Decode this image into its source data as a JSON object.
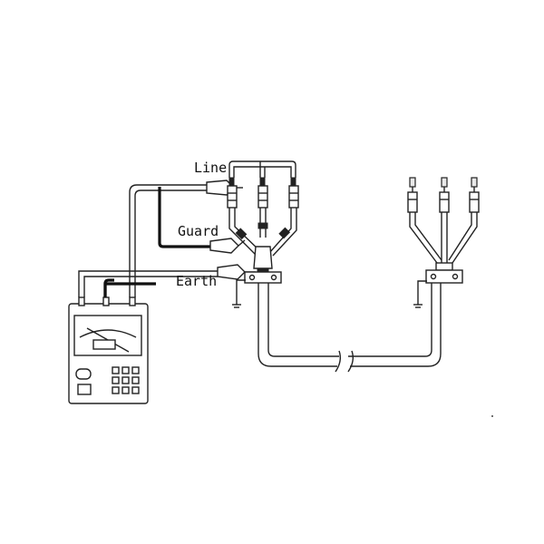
{
  "labels": {
    "line": "Line",
    "guard": "Guard",
    "earth": "Earth"
  },
  "colors": {
    "stroke": "#222222",
    "background": "#ffffff"
  }
}
